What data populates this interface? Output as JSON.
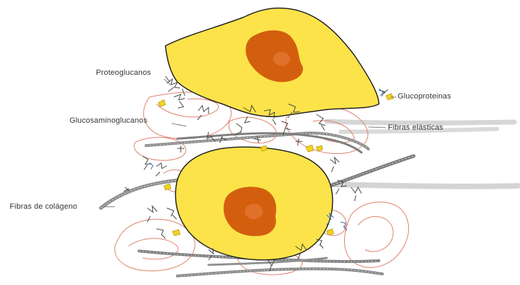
{
  "labels": {
    "proteoglycans": "Proteoglucanos",
    "glycoproteins": "Glucoproteinas",
    "glycosaminoglycans": "Glucosaminoglucanos",
    "elastic_fibers": "Fibras elásticas",
    "collagen_fibers": "Fibras de colágeno"
  },
  "colors": {
    "cell_fill": "#fce34a",
    "cell_stroke": "#222222",
    "nucleus_fill": "#d35f0e",
    "nucleus_center": "#e0712a",
    "elastic_fiber": "#d6d6d6",
    "collagen_fiber": "#8a8a8a",
    "reticular_loops": "#e07e6a",
    "gag_strands": "#444444",
    "glycoprotein_mark": "#f2d21e",
    "blue_strand": "#3d6bb0"
  }
}
